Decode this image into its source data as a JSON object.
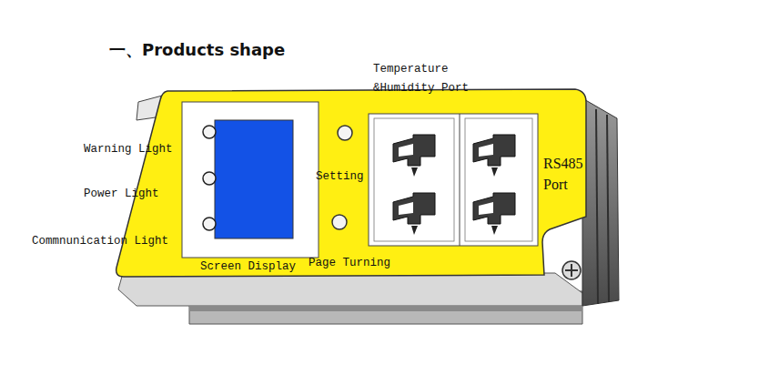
{
  "diagram": {
    "title": "一、Products shape",
    "labels": [
      "Temperature &Humidity Port",
      "Warning Light",
      "Power Light",
      "Commnunication Light",
      "Setting",
      "RS485 Port",
      "Screen Display",
      "Page Turning"
    ]
  }
}
